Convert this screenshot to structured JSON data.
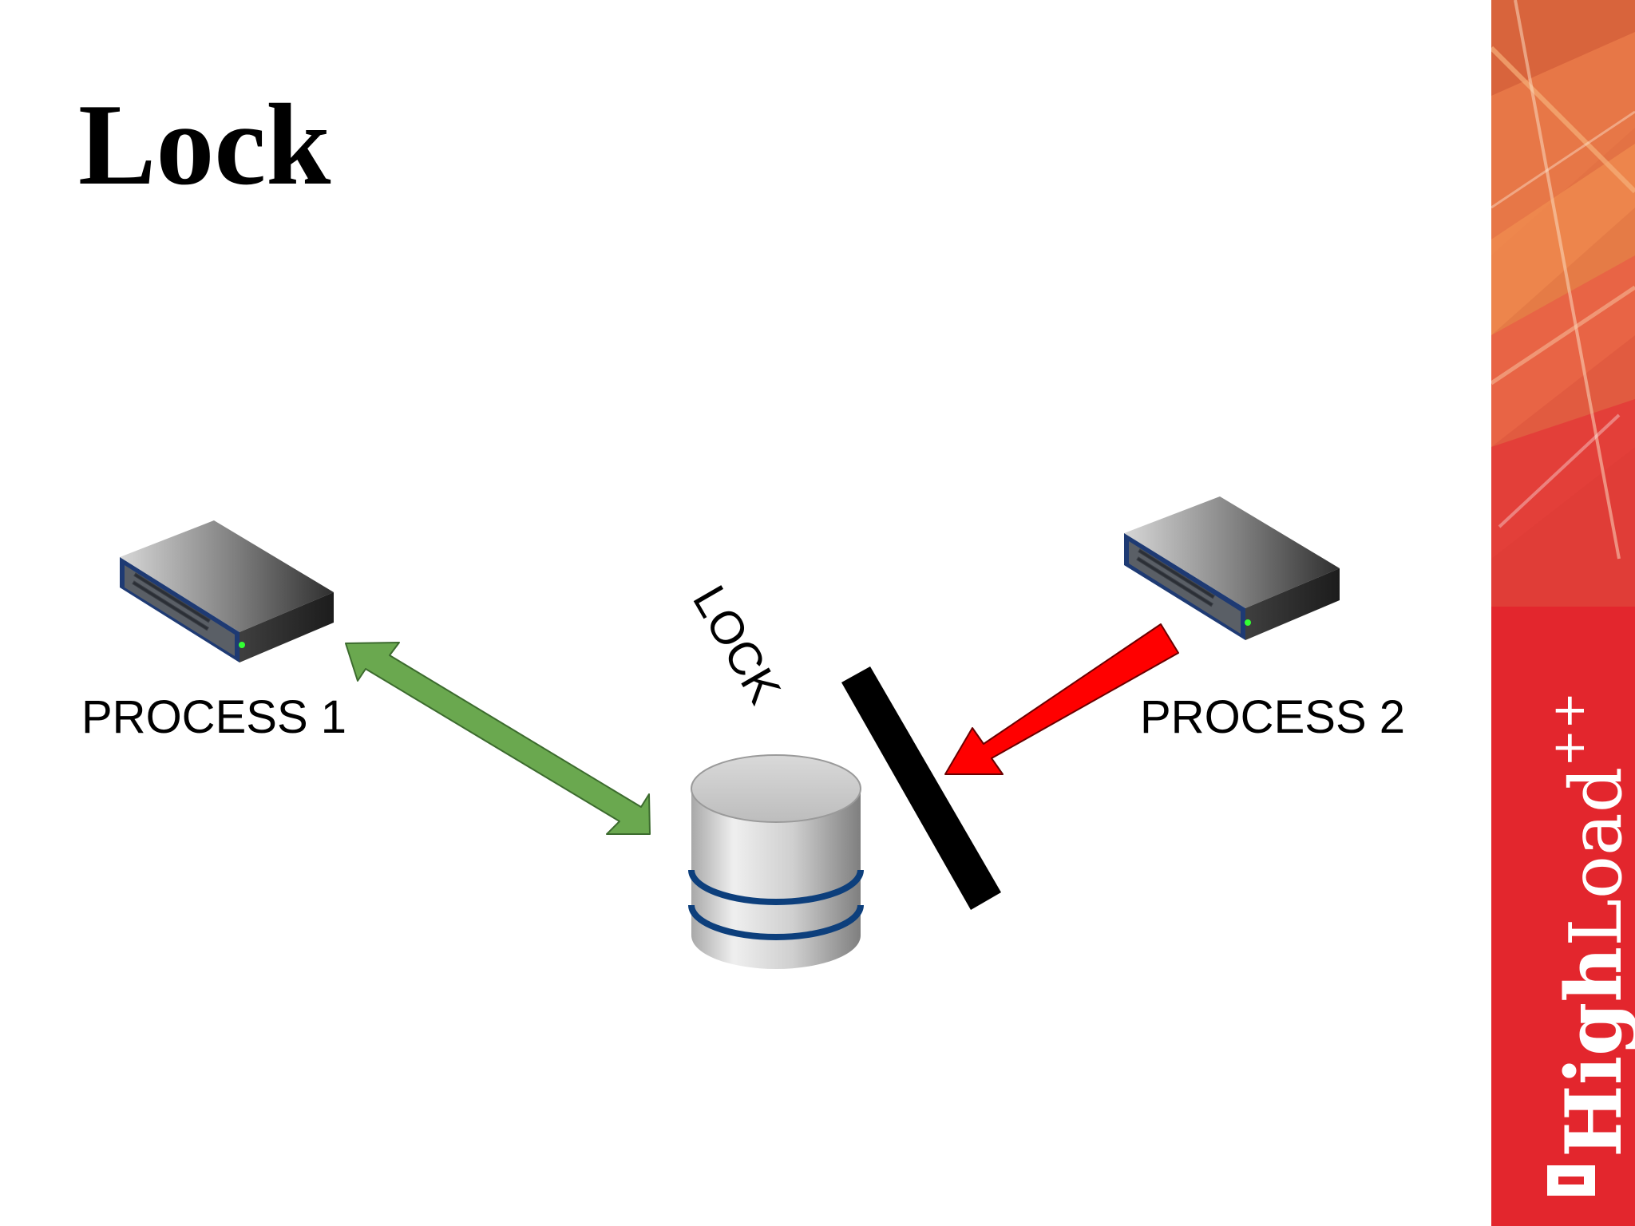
{
  "slide": {
    "title": "Lock"
  },
  "diagram": {
    "process_1_label": "PROCESS 1",
    "process_2_label": "PROCESS 2",
    "lock_label": "LOCK",
    "icons": {
      "process_1": "server-icon",
      "process_2": "server-icon",
      "database": "database-icon"
    },
    "colors": {
      "access_arrow": "#6aa84f",
      "blocked_arrow": "#ff0000",
      "lock_bar": "#000000",
      "server_stripe": "#0d3f86",
      "brand_red": "#e3262d"
    }
  },
  "brand": {
    "logo_name": "highload-logo",
    "word_high": "High",
    "word_load": "Load",
    "suffix": "++"
  }
}
